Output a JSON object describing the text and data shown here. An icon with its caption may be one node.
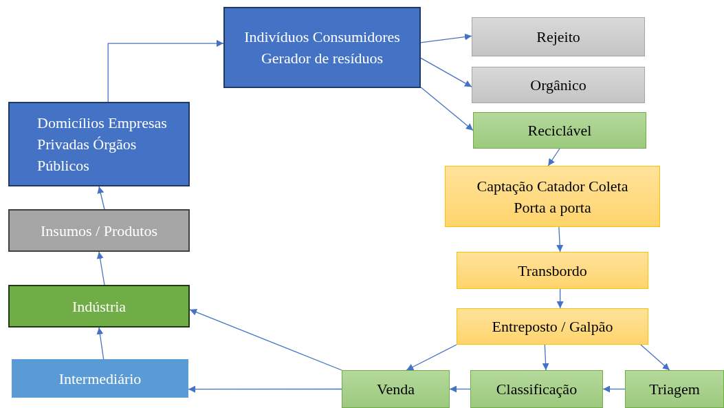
{
  "diagram": {
    "nodes": [
      {
        "text": [
          "Indivíduos Consumidores Gerador de resíduos"
        ]
      },
      {
        "text": [
          "Rejeito"
        ]
      },
      {
        "text": [
          "Orgânico"
        ]
      },
      {
        "text": [
          "Reciclável"
        ]
      },
      {
        "text": [
          "Captação Catador Coleta Porta a porta"
        ]
      },
      {
        "text": [
          "Transbordo"
        ]
      },
      {
        "text": [
          "Entreposto / Galpão"
        ]
      },
      {
        "text": [
          "Venda"
        ]
      },
      {
        "text": [
          "Classificação"
        ]
      },
      {
        "text": [
          "Triagem"
        ]
      },
      {
        "text": [
          "Domicílios Empresas Privadas Órgãos Públicos"
        ]
      },
      {
        "text": [
          "Insumos / Produtos"
        ]
      },
      {
        "text": [
          "Indústria"
        ]
      },
      {
        "text": [
          "Intermediário"
        ]
      }
    ],
    "edges": [
      {
        "from": 0,
        "to": 1,
        "arrow": "to"
      },
      {
        "from": 0,
        "to": 2,
        "arrow": "to"
      },
      {
        "from": 0,
        "to": 3,
        "arrow": "to"
      },
      {
        "from": 3,
        "to": 4,
        "arrow": "to"
      },
      {
        "from": 4,
        "to": 5,
        "arrow": "to"
      },
      {
        "from": 5,
        "to": 6,
        "arrow": "to"
      },
      {
        "from": 6,
        "to": 7,
        "arrow": "to"
      },
      {
        "from": 6,
        "to": 8,
        "arrow": "to"
      },
      {
        "from": 6,
        "to": 9,
        "arrow": "to"
      },
      {
        "from": 9,
        "to": 8,
        "arrow": "to"
      },
      {
        "from": 8,
        "to": 7,
        "arrow": "to"
      },
      {
        "from": 7,
        "to": 13,
        "arrow": "to"
      },
      {
        "from": 7,
        "to": 12,
        "arrow": "to"
      },
      {
        "from": 13,
        "to": 12,
        "arrow": "to"
      },
      {
        "from": 12,
        "to": 11,
        "arrow": "to"
      },
      {
        "from": 11,
        "to": 10,
        "arrow": "to"
      },
      {
        "from": 10,
        "to": 0,
        "arrow": "to"
      }
    ]
  }
}
